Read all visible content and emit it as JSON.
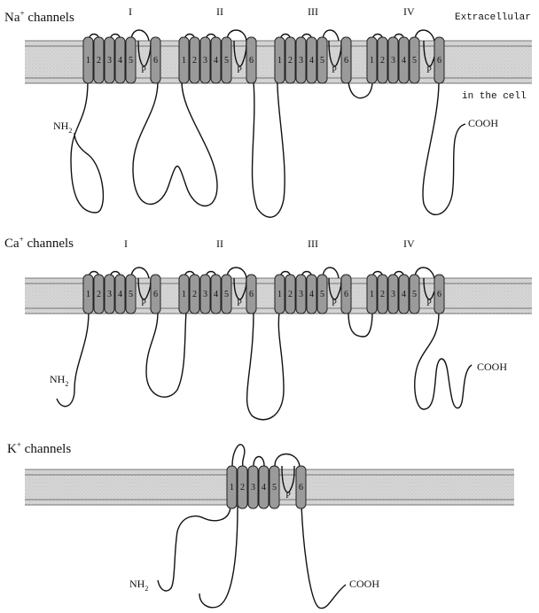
{
  "labels": {
    "extracellular": "Extracellular",
    "intracellular": "in the cell"
  },
  "channels": [
    {
      "name": "Na",
      "sup": "+",
      "suffix": " channels",
      "domains": [
        "I",
        "II",
        "III",
        "IV"
      ],
      "n_term": "NH",
      "n_sub": "2",
      "c_term": "COOH"
    },
    {
      "name": "Ca",
      "sup": "+",
      "suffix": " channels",
      "domains": [
        "I",
        "II",
        "III",
        "IV"
      ],
      "n_term": "NH",
      "n_sub": "2",
      "c_term": "COOH"
    },
    {
      "name": "K",
      "sup": "+",
      "suffix": " channels",
      "domains": [],
      "n_term": "NH",
      "n_sub": "2",
      "c_term": "COOH"
    }
  ],
  "segment_labels": [
    "1",
    "2",
    "3",
    "4",
    "5",
    "6"
  ],
  "pore_label": "P"
}
